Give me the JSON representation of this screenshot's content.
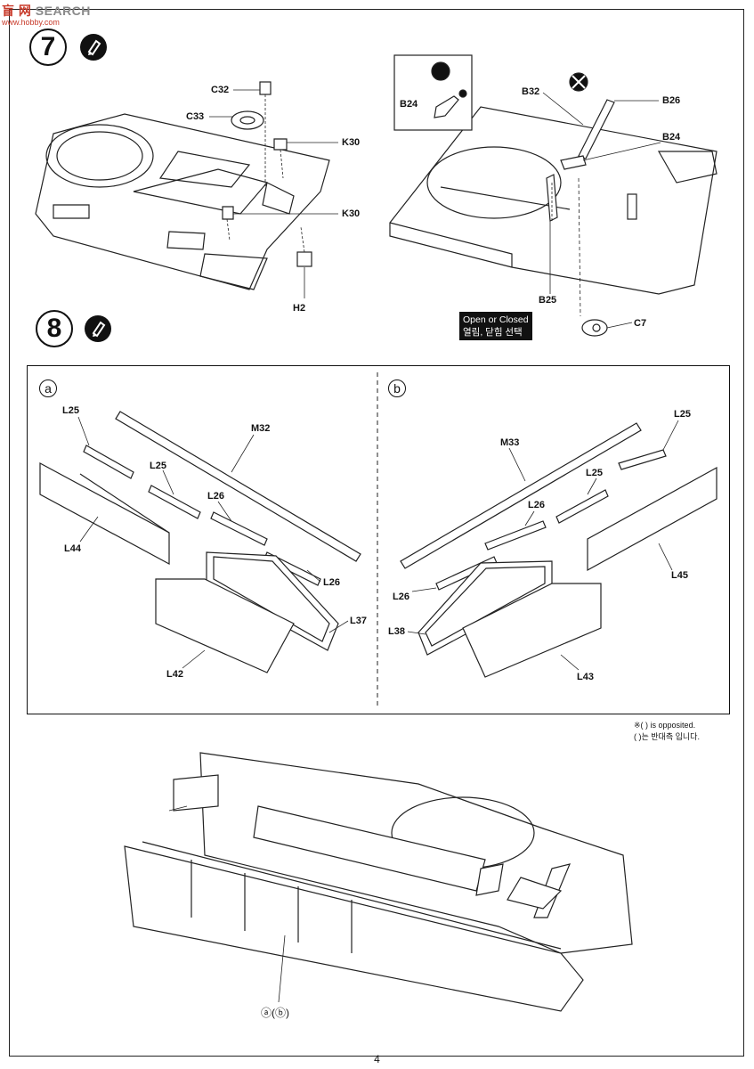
{
  "watermark": {
    "brand": "SEARCH",
    "brand_cn": "盲 网",
    "url": "www.hobby.com"
  },
  "step7": {
    "number": "7",
    "labels": {
      "c32": "C32",
      "c33": "C33",
      "k30a": "K30",
      "k30b": "K30",
      "h2": "H2",
      "b24_inset": "B24",
      "b32": "B32",
      "b26": "B26",
      "b24": "B24",
      "b25": "B25",
      "c7": "C7"
    },
    "callout": {
      "line1": "Open or Closed",
      "line2": "열림, 닫힘 선택"
    },
    "icons": [
      "glue-icon",
      "no-glue-icon",
      "cement-icon"
    ]
  },
  "step8": {
    "number": "8",
    "sub_a": {
      "marker": "a",
      "labels": {
        "l25a": "L25",
        "l25b": "L25",
        "m32": "M32",
        "l26a": "L26",
        "l26b": "L26",
        "l44": "L44",
        "l37": "L37",
        "l42": "L42"
      }
    },
    "sub_b": {
      "marker": "b",
      "labels": {
        "l25a": "L25",
        "l25b": "L25",
        "m33": "M33",
        "l26a": "L26",
        "l26b": "L26",
        "l45": "L45",
        "l38": "L38",
        "l43": "L43"
      }
    },
    "note": {
      "line1": "※( ) is opposited.",
      "line2": "( )는 반대측 입니다."
    },
    "assembly_label": "ⓐ(ⓑ)"
  },
  "page_number": "4"
}
